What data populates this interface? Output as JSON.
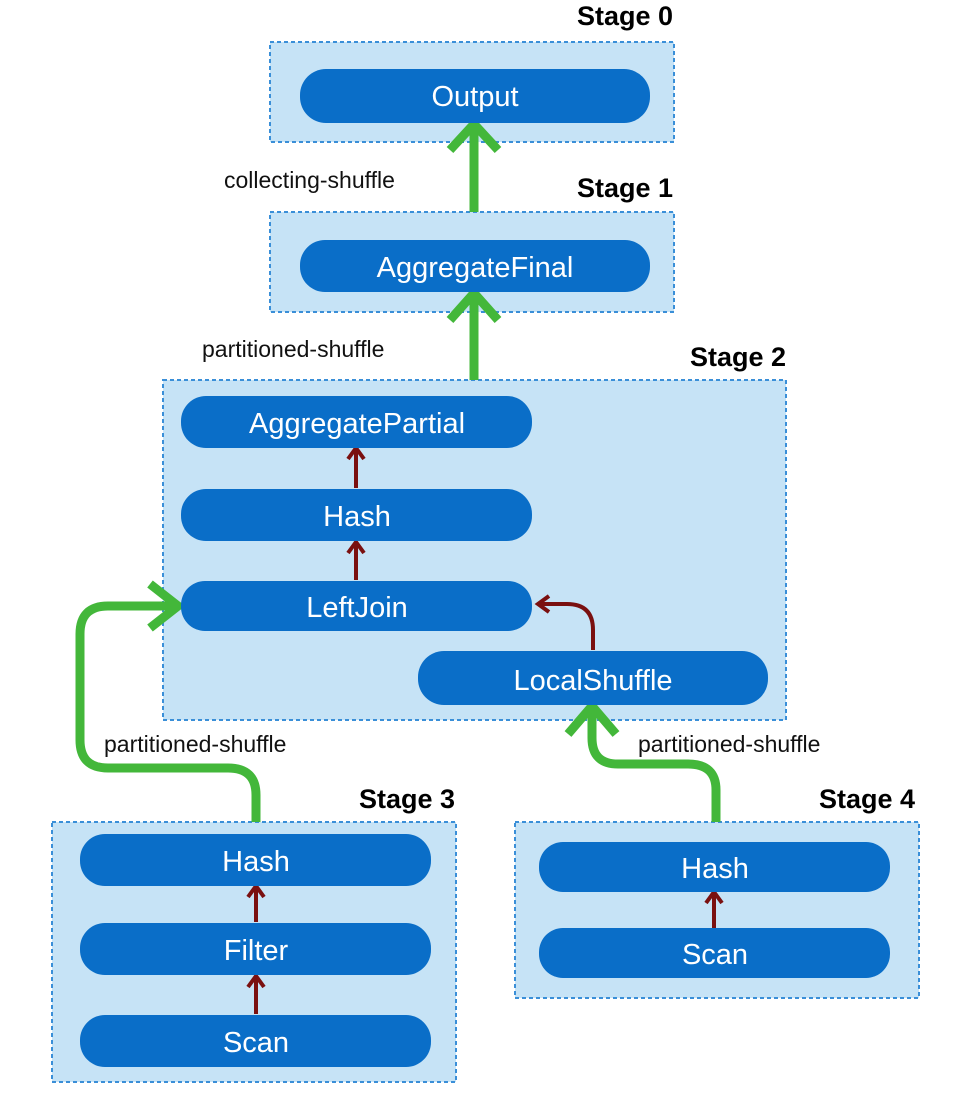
{
  "stages": {
    "s0": {
      "title": "Stage 0",
      "ops": [
        "Output"
      ]
    },
    "s1": {
      "title": "Stage 1",
      "ops": [
        "AggregateFinal"
      ]
    },
    "s2": {
      "title": "Stage 2",
      "ops": [
        "AggregatePartial",
        "Hash",
        "LeftJoin",
        "LocalShuffle"
      ]
    },
    "s3": {
      "title": "Stage 3",
      "ops": [
        "Hash",
        "Filter",
        "Scan"
      ]
    },
    "s4": {
      "title": "Stage 4",
      "ops": [
        "Hash",
        "Scan"
      ]
    }
  },
  "edges": {
    "s1_to_s0": "collecting-shuffle",
    "s2_to_s1": "partitioned-shuffle",
    "s3_to_s2": "partitioned-shuffle",
    "s4_to_s2": "partitioned-shuffle"
  },
  "colors": {
    "stage_fill": "#c6e3f6",
    "stage_border": "#3a8fd8",
    "operator": "#0a6ec8",
    "shuffle_arrow": "#43b73a",
    "local_arrow": "#7a1010"
  }
}
